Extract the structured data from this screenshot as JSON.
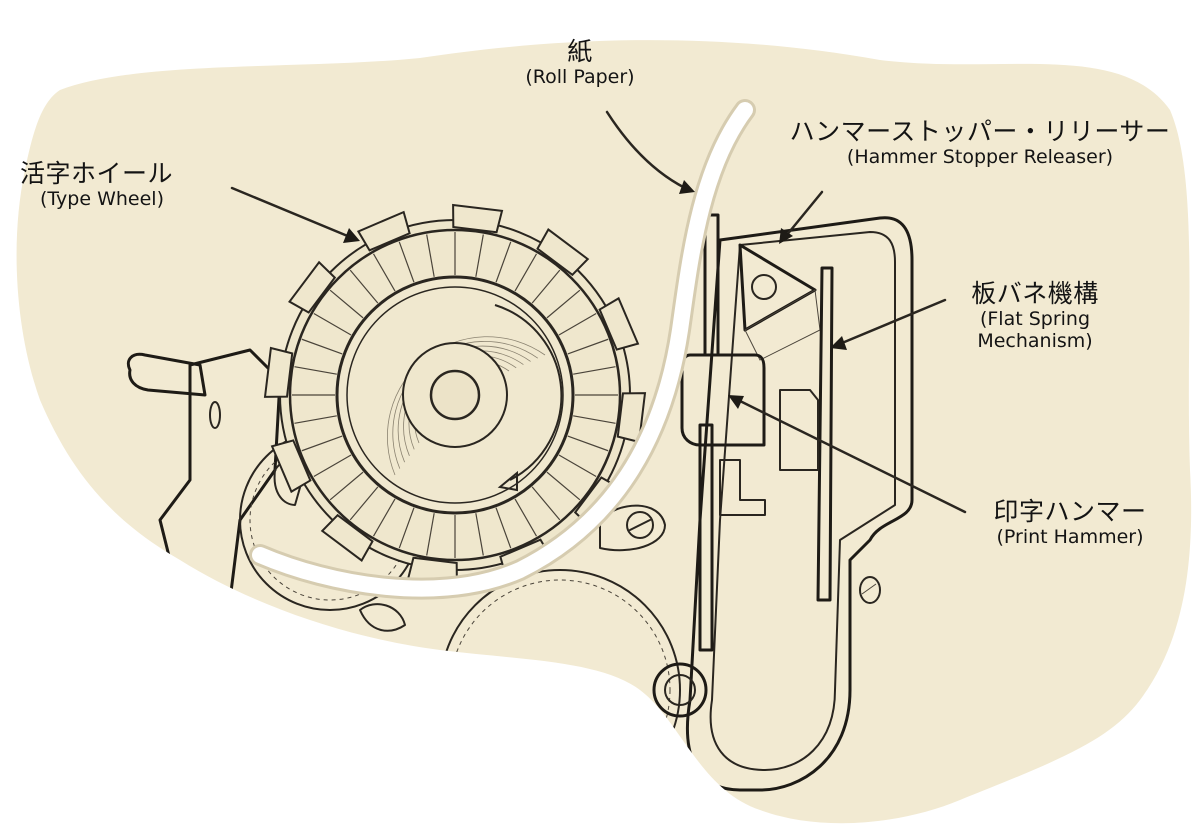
{
  "diagram": {
    "title": "Type wheel printer mechanism (annotated sketch)",
    "colors": {
      "paper_background": "#f2ead2",
      "ink": "#2a2620",
      "roll_paper": "#ffffff",
      "label_text": "#141414"
    },
    "labels": [
      {
        "id": "roll-paper",
        "ja": "紙",
        "en": "(Roll Paper)"
      },
      {
        "id": "type-wheel",
        "ja": "活字ホイール",
        "en": "(Type Wheel)"
      },
      {
        "id": "hammer-stopper-releaser",
        "ja": "ハンマーストッパー・リリーサー",
        "en": "(Hammer Stopper Releaser)"
      },
      {
        "id": "flat-spring-mechanism",
        "ja": "板バネ機構",
        "en": "(Flat Spring",
        "en2": "Mechanism)"
      },
      {
        "id": "print-hammer",
        "ja": "印字ハンマー",
        "en": "(Print Hammer)"
      }
    ],
    "components": [
      "type-wheel",
      "roll-paper",
      "print-hammer",
      "flat-spring",
      "hammer-stopper-releaser",
      "drive-gears",
      "frame",
      "shaft"
    ],
    "rotation_direction": "clockwise"
  }
}
